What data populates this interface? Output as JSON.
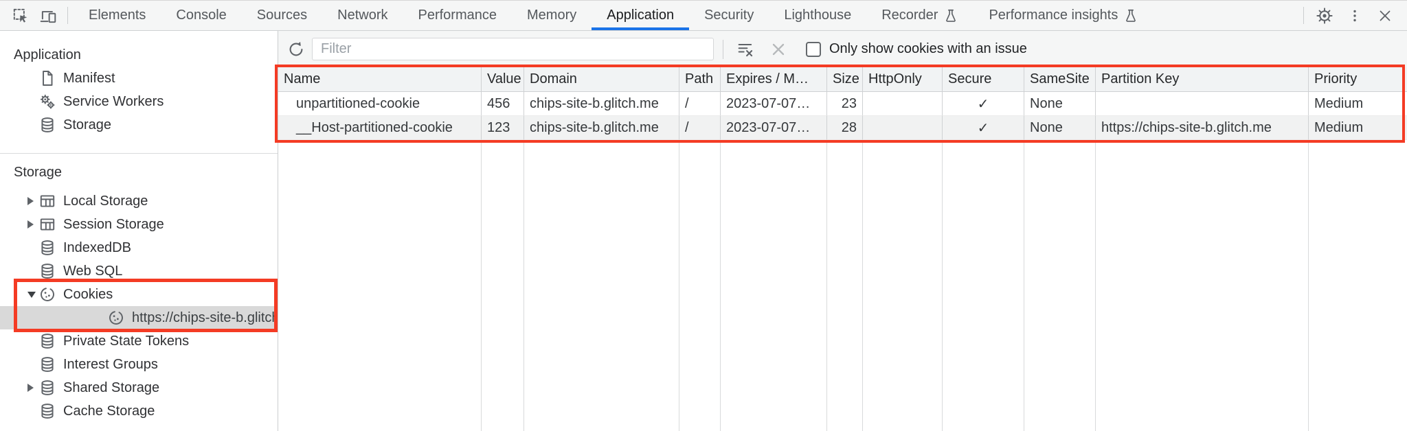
{
  "tabbar": {
    "tabs": [
      "Elements",
      "Console",
      "Sources",
      "Network",
      "Performance",
      "Memory",
      "Application",
      "Security",
      "Lighthouse",
      "Recorder",
      "Performance insights"
    ],
    "active_tab": "Application"
  },
  "icons": {
    "inspect": "dashed-box-with-cursor",
    "device_toolbar": "laptop-and-phone",
    "experiment": "flask",
    "settings": "gear",
    "more": "three-dot-kebab",
    "close": "x",
    "refresh": "circular-arrow",
    "manifest": "document",
    "service_workers": "double-gear",
    "database": "database-cylinder",
    "dom_storage": "table-grid",
    "cookie": "cookie-with-crumbs",
    "clear_filter": "lines-with-x",
    "delete_disabled": "x-grayed"
  },
  "sidebar": {
    "sections": [
      {
        "title": "Application",
        "items": [
          {
            "label": "Manifest"
          },
          {
            "label": "Service Workers"
          },
          {
            "label": "Storage"
          }
        ]
      },
      {
        "title": "Storage",
        "items": [
          {
            "label": "Local Storage",
            "expandable": true
          },
          {
            "label": "Session Storage",
            "expandable": true
          },
          {
            "label": "IndexedDB"
          },
          {
            "label": "Web SQL"
          },
          {
            "label": "Cookies",
            "expanded": true,
            "children": [
              {
                "label": "https://chips-site-b.glitch.me",
                "selected": true
              }
            ]
          },
          {
            "label": "Private State Tokens"
          },
          {
            "label": "Interest Groups"
          },
          {
            "label": "Shared Storage",
            "expandable": true
          },
          {
            "label": "Cache Storage"
          }
        ]
      }
    ]
  },
  "toolbar": {
    "filter_placeholder": "Filter",
    "only_show_cookies_label": "Only show cookies with an issue",
    "checkbox_checked": false
  },
  "cookies_table": {
    "columns": [
      "Name",
      "Value",
      "Domain",
      "Path",
      "Expires / M…",
      "Size",
      "HttpOnly",
      "Secure",
      "SameSite",
      "Partition Key",
      "Priority"
    ],
    "rows": [
      {
        "cells": [
          "unpartitioned-cookie",
          "456",
          "chips-site-b.glitch.me",
          "/",
          "2023-07-07…",
          "23",
          "",
          "✓",
          "None",
          "",
          "Medium"
        ]
      },
      {
        "cells": [
          "__Host-partitioned-cookie",
          "123",
          "chips-site-b.glitch.me",
          "/",
          "2023-07-07…",
          "28",
          "",
          "✓",
          "None",
          "https://chips-site-b.glitch.me",
          "Medium"
        ]
      }
    ]
  },
  "annotations": {
    "highlight_color": "#f43b24",
    "boxes": [
      "cookies-tree-item-with-selected-site",
      "cookies-table-header-and-rows"
    ]
  },
  "colors": {
    "active_tab_underline": "#1a73e8",
    "icon_gray": "#5f6368",
    "selected_sidebar_row_bg": "#d9d9d9",
    "table_header_bg": "#f1f3f4",
    "alt_row_bg": "#f1f2f2",
    "panel_bg": "#f5f6f6"
  }
}
